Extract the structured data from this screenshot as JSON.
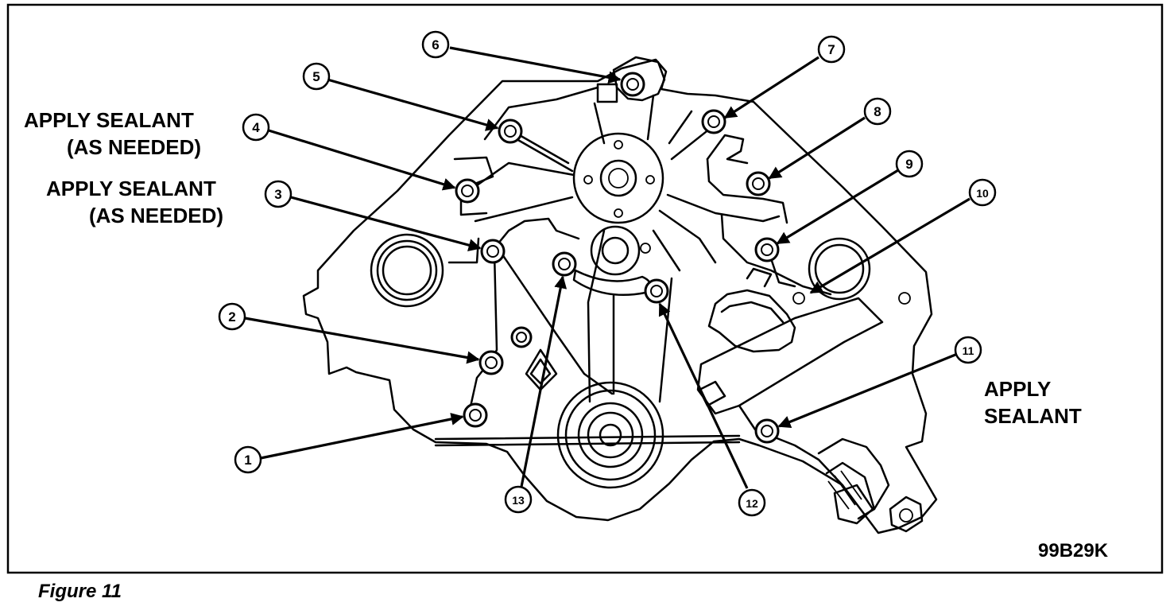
{
  "figure": {
    "caption": "Figure 11",
    "code": "99B29K"
  },
  "notes": {
    "sealant_1_line1": "APPLY SEALANT",
    "sealant_1_line2": "(AS NEEDED)",
    "sealant_2_line1": "APPLY SEALANT",
    "sealant_2_line2": "(AS NEEDED)",
    "sealant_3_line1": "APPLY",
    "sealant_3_line2": "SEALANT"
  },
  "callouts": [
    {
      "label": "1"
    },
    {
      "label": "2"
    },
    {
      "label": "3"
    },
    {
      "label": "4"
    },
    {
      "label": "5"
    },
    {
      "label": "6"
    },
    {
      "label": "7"
    },
    {
      "label": "8"
    },
    {
      "label": "9"
    },
    {
      "label": "10"
    },
    {
      "label": "11"
    },
    {
      "label": "12"
    },
    {
      "label": "13"
    }
  ]
}
